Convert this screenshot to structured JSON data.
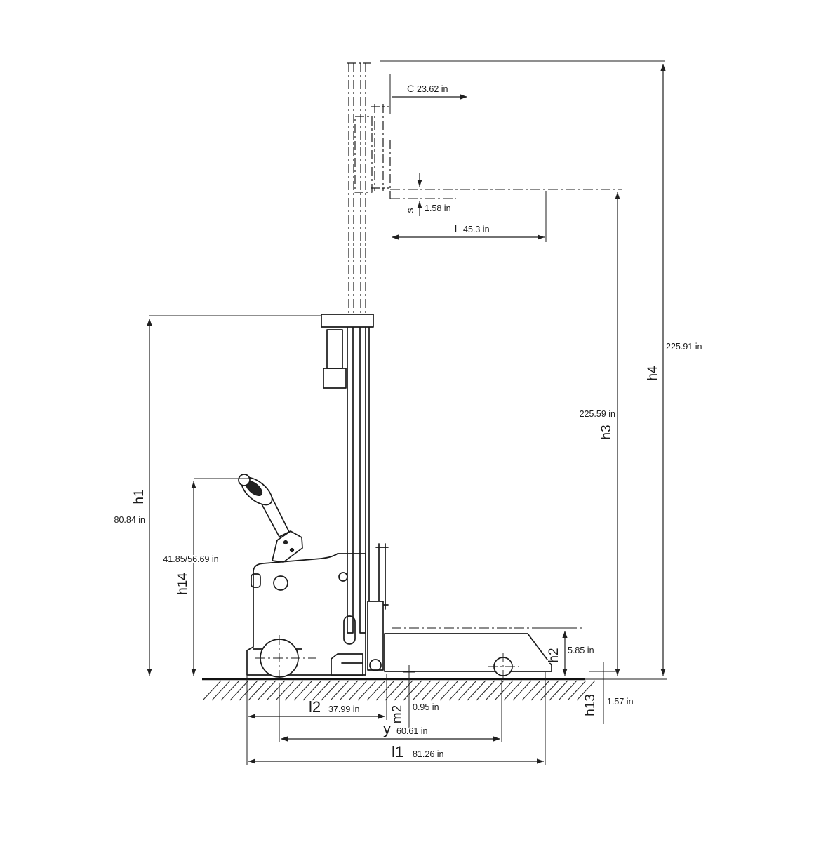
{
  "diagram": {
    "name": "pallet-stacker-side-view-dimension-drawing",
    "unit": "in",
    "dimensions": {
      "c": {
        "label": "C",
        "value": "23.62 in"
      },
      "s": {
        "label": "s",
        "value": "1.58 in"
      },
      "l": {
        "label": "l",
        "value": "45.3 in"
      },
      "h1": {
        "label": "h1",
        "value": "80.84 in"
      },
      "h14": {
        "label": "h14",
        "value": "41.85/56.69 in"
      },
      "h2": {
        "label": "h2",
        "value": "5.85 in"
      },
      "h3": {
        "label": "h3",
        "value": "225.59 in"
      },
      "h4": {
        "label": "h4",
        "value": "225.91 in"
      },
      "h13": {
        "label": "h13",
        "value": "1.57 in"
      },
      "m2": {
        "label": "m2",
        "value": "0.95 in"
      },
      "y": {
        "label": "y",
        "value": "60.61 in"
      },
      "l1": {
        "label": "l1",
        "value": "81.26 in"
      },
      "l2": {
        "label": "l2",
        "value": "37.99 in"
      }
    }
  }
}
